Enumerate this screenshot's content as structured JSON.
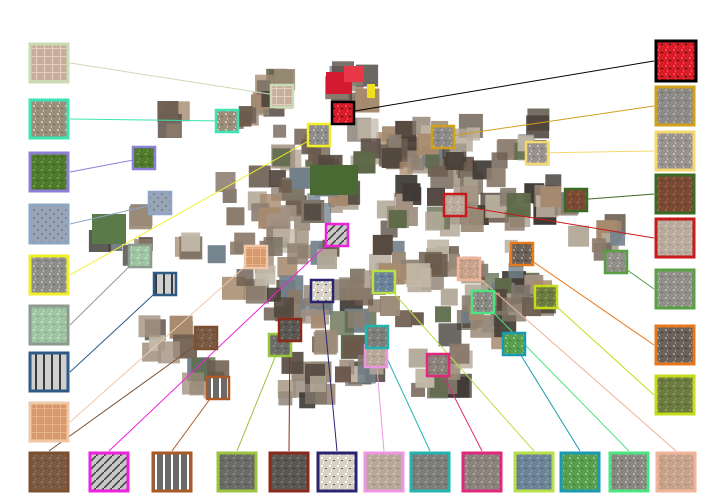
{
  "figure": {
    "kind": "texture-embedding-scatter",
    "background": "#ffffff",
    "cloud_palette": [
      "#8a7a6a",
      "#6d5f52",
      "#a39283",
      "#54483f",
      "#9b8b78",
      "#7e7467",
      "#b3a898",
      "#5e6a4a",
      "#4a4038",
      "#c2b8a8",
      "#6b5a4c",
      "#8c7f73",
      "#3f3a35",
      "#a68a6e",
      "#72808a"
    ]
  },
  "callouts": [
    {
      "id": "left-1",
      "border": "#c9dcb4",
      "texture": "pink-stone-tile",
      "swatch": [
        "#c8ae9a",
        "#e2cfc2",
        "#b89880"
      ]
    },
    {
      "id": "left-2",
      "border": "#3de4b4",
      "texture": "dry-grass",
      "swatch": [
        "#9a8e7a",
        "#cfc7b4",
        "#6e6454"
      ]
    },
    {
      "id": "left-3",
      "border": "#8c7fd6",
      "texture": "green-moss",
      "swatch": [
        "#4f7a2e",
        "#72a040",
        "#385a20"
      ]
    },
    {
      "id": "left-4",
      "border": "#8ea6c4",
      "texture": "perforated-metal",
      "swatch": [
        "#9aa6b6",
        "#c6d0dc",
        "#7a8696"
      ]
    },
    {
      "id": "left-5",
      "border": "#f2ee2a",
      "texture": "grey-gravel",
      "swatch": [
        "#8e8e8c",
        "#b8b6b0",
        "#5e5e5c"
      ]
    },
    {
      "id": "left-6",
      "border": "#8e9a90",
      "texture": "mint-tile",
      "swatch": [
        "#9ec4a2",
        "#c4e0c6",
        "#7aa882"
      ]
    },
    {
      "id": "left-7",
      "border": "#2d5a86",
      "texture": "slotted-grate",
      "swatch": [
        "#cfcfcf",
        "#ffffff",
        "#3a3a3a"
      ]
    },
    {
      "id": "left-8",
      "border": "#f0c8a8",
      "texture": "terracotta-bricks",
      "swatch": [
        "#d89a6c",
        "#e8b48c",
        "#b87c50"
      ]
    },
    {
      "id": "bottom-1",
      "border": "#7a5030",
      "texture": "brown-dirt",
      "swatch": [
        "#7a5a42",
        "#9a7658",
        "#5a4030"
      ]
    },
    {
      "id": "bottom-2",
      "border": "#ee22dc",
      "texture": "radial-fan",
      "swatch": [
        "#c8c8c8",
        "#ffffff",
        "#3a3a3a"
      ]
    },
    {
      "id": "bottom-3",
      "border": "#a85a28",
      "texture": "road-line",
      "swatch": [
        "#6a6a68",
        "#ffffff",
        "#4a4a48"
      ]
    },
    {
      "id": "bottom-4",
      "border": "#9ac440",
      "texture": "asphalt",
      "swatch": [
        "#6a6a66",
        "#8a8a84",
        "#4a4a46"
      ]
    },
    {
      "id": "bottom-5",
      "border": "#8a2a1a",
      "texture": "dark-gravel",
      "swatch": [
        "#5a5652",
        "#7c7670",
        "#3e3a36"
      ]
    },
    {
      "id": "bottom-6",
      "border": "#2a2470",
      "texture": "white-flower",
      "swatch": [
        "#d8d2c6",
        "#ffffff",
        "#6e6050"
      ]
    },
    {
      "id": "bottom-7",
      "border": "#ee96e4",
      "texture": "beige-stone",
      "swatch": [
        "#b8a89a",
        "#d2c4b6",
        "#968676"
      ]
    },
    {
      "id": "bottom-8",
      "border": "#24b4b0",
      "texture": "grey-concrete",
      "swatch": [
        "#7c7c78",
        "#9c9a94",
        "#5c5c58"
      ]
    },
    {
      "id": "bottom-9",
      "border": "#e0287a",
      "texture": "speckled-floor",
      "swatch": [
        "#8c827c",
        "#b0a69c",
        "#6a605a"
      ]
    },
    {
      "id": "bottom-10",
      "border": "#b8e048",
      "texture": "blue-grey-stone",
      "swatch": [
        "#6c8296",
        "#90a4b4",
        "#4c6070"
      ]
    },
    {
      "id": "bottom-11",
      "border": "#1a9ab0",
      "texture": "green-leaves",
      "swatch": [
        "#58a050",
        "#86c878",
        "#3a7838"
      ]
    },
    {
      "id": "bottom-12",
      "border": "#4ce480",
      "texture": "cracked-rock",
      "swatch": [
        "#8a8882",
        "#b6b2aa",
        "#5a5852"
      ]
    },
    {
      "id": "bottom-13",
      "border": "#f0b49a",
      "texture": "sand",
      "swatch": [
        "#c6a28a",
        "#dcbca6",
        "#a8846c"
      ]
    },
    {
      "id": "right-1",
      "border": "#000000",
      "texture": "red-paint",
      "swatch": [
        "#d81c28",
        "#ff4850",
        "#1a1a1a"
      ]
    },
    {
      "id": "right-2",
      "border": "#d0a01a",
      "texture": "grey-gravel-fine",
      "swatch": [
        "#8c8a86",
        "#b0aea8",
        "#6a6864"
      ]
    },
    {
      "id": "right-3",
      "border": "#f6d870",
      "texture": "pebbles",
      "swatch": [
        "#9a9490",
        "#c2bcb6",
        "#6e6a66"
      ]
    },
    {
      "id": "right-4",
      "border": "#3a6a24",
      "texture": "brown-mulch",
      "swatch": [
        "#7a4a34",
        "#a06446",
        "#5a3424"
      ]
    },
    {
      "id": "right-5",
      "border": "#c81a1a",
      "texture": "beige-plaster",
      "swatch": [
        "#b8aa9c",
        "#d0c4b8",
        "#9a8c7e"
      ]
    },
    {
      "id": "right-6",
      "border": "#58a044",
      "texture": "grey-pebbles",
      "swatch": [
        "#909088",
        "#b6b6ac",
        "#6a6a62"
      ]
    },
    {
      "id": "right-7",
      "border": "#e8781c",
      "texture": "twigs",
      "swatch": [
        "#6a625a",
        "#a09890",
        "#3a342e"
      ]
    },
    {
      "id": "right-8",
      "border": "#c6dc1a",
      "texture": "green-grass-soil",
      "swatch": [
        "#6a7a40",
        "#8ea058",
        "#4a5628"
      ]
    }
  ]
}
